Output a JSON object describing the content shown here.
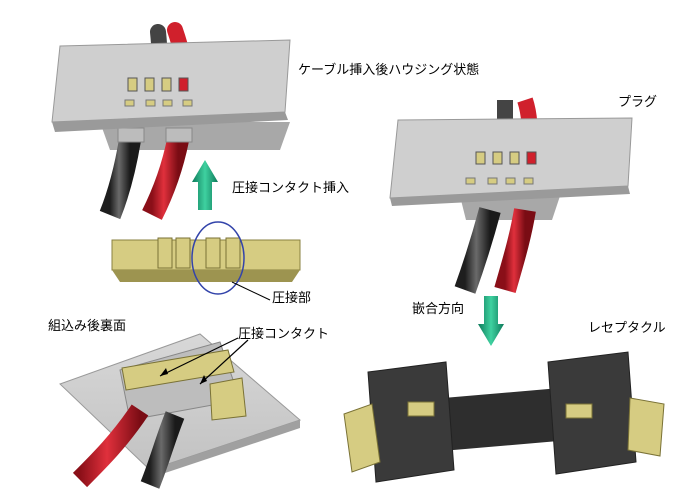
{
  "labels": {
    "housing_after_insert": "ケーブル挿入後ハウジング状態",
    "plug": "プラグ",
    "insert_contact": "圧接コンタクト挿入",
    "crimp_part": "圧接部",
    "mating_direction": "嵌合方向",
    "receptacle": "レセプタクル",
    "assembled_back": "組込み後裏面",
    "crimp_contact": "圧接コンタクト"
  },
  "colors": {
    "housing_top": "#cfcfcf",
    "housing_side": "#9a9a9a",
    "cable_red": "#d0202c",
    "cable_black": "#3c3c3c",
    "contact_gold": "#d6cc82",
    "contact_dark": "#9d9450",
    "arrow_green": "#1fa57c",
    "receptacle_dark": "#3a3a3a",
    "circle_blue": "#3344aa"
  }
}
